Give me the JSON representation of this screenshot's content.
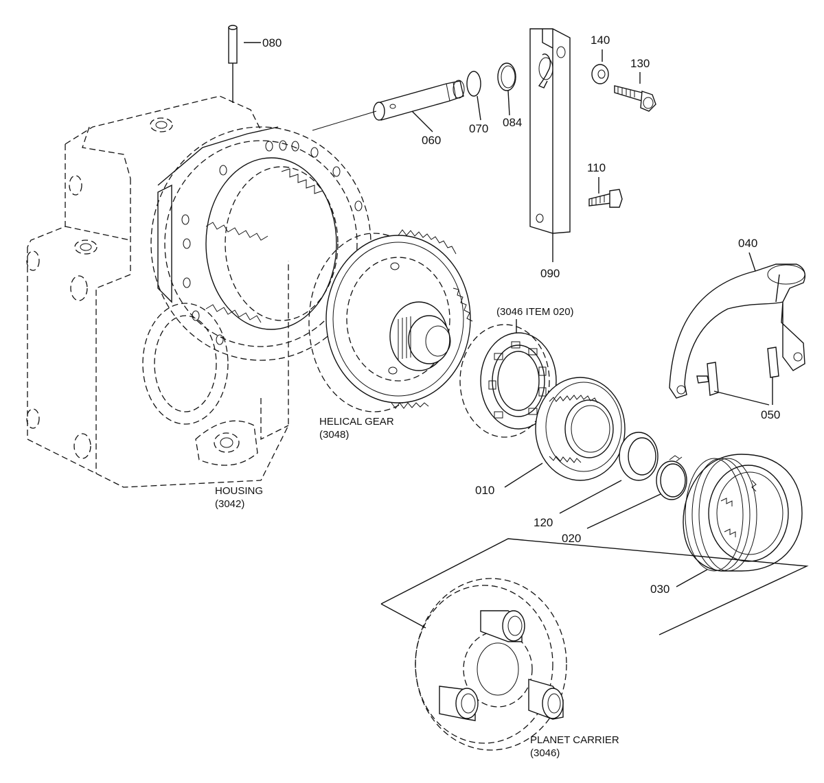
{
  "callouts": {
    "c080": "080",
    "c060": "060",
    "c070": "070",
    "c084": "084",
    "c140": "140",
    "c130": "130",
    "c110": "110",
    "c090": "090",
    "c040": "040",
    "c050": "050",
    "c010": "010",
    "c120": "120",
    "c020": "020",
    "c030": "030"
  },
  "captions": {
    "bearing_ref": "(3046 ITEM 020)",
    "helical_gear_name": "HELICAL GEAR",
    "helical_gear_ref": "(3048)",
    "housing_name": "HOUSING",
    "housing_ref": "(3042)",
    "planet_carrier_name": "PLANET CARRIER",
    "planet_carrier_ref": "(3046)"
  }
}
